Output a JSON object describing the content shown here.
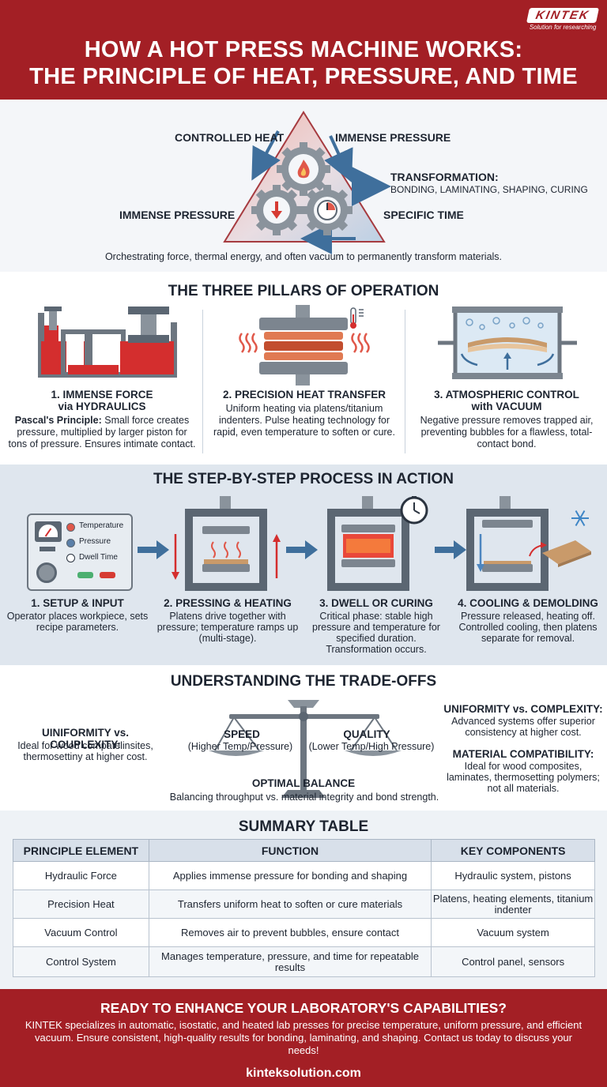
{
  "brand": {
    "logo_text": "KINTEK",
    "tagline": "Solution for researching"
  },
  "title": {
    "line1": "HOW A HOT PRESS MACHINE WORKS:",
    "line2": "THE PRINCIPLE OF HEAT, PRESSURE, AND TIME"
  },
  "principle": {
    "label_heat": "CONTROLLED HEAT",
    "label_pressure_top": "IMMENSE PRESSURE",
    "label_pressure_left": "IMMENSE PRESSURE",
    "label_time": "SPECIFIC TIME",
    "transformation_title": "TRANSFORMATION:",
    "transformation_items": "BONDING, LAMINATING, SHAPING, CURING",
    "caption": "Orchestrating force, thermal energy, and often vacuum to permanently transform materials.",
    "colors": {
      "heat": "#e0584a",
      "cool": "#8fb0d0",
      "gear": "#8a939c",
      "arrow": "#3f6f9c"
    }
  },
  "pillars": {
    "heading": "THE THREE PILLARS OF OPERATION",
    "items": [
      {
        "title_line1": "1. IMMENSE FORCE",
        "title_line2": "via HYDRAULICS",
        "body_bold": "Pascal's Principle:",
        "body": "Small force creates pressure, multiplied by larger piston for tons of pressure. Ensures intimate contact.",
        "icon": "hydraulic-press-icon"
      },
      {
        "title_line1": "2. PRECISION HEAT TRANSFER",
        "body": "Uniform heating via platens/titanium indenters. Pulse heating technology for rapid, even temperature to soften or cure.",
        "icon": "heated-platens-icon"
      },
      {
        "title_line1": "3. ATMOSPHERIC CONTROL",
        "title_line2": "with VACUUM",
        "body": "Negative pressure removes trapped air, preventing bubbles for a flawless, total-contact bond.",
        "icon": "vacuum-chamber-icon"
      }
    ]
  },
  "process": {
    "heading": "THE STEP-BY-STEP PROCESS IN ACTION",
    "panel": {
      "temperature": "Temperature",
      "pressure": "Pressure",
      "dwell_time": "Dwell Time"
    },
    "steps": [
      {
        "title": "1. SETUP & INPUT",
        "body": "Operator places workpiece, sets recipe parameters."
      },
      {
        "title": "2. PRESSING & HEATING",
        "body": "Platens drive together with pressure; temperature ramps up (multi-stage)."
      },
      {
        "title": "3. DWELL OR CURING",
        "body": "Critical phase: stable high pressure and temperature for specified duration. Transformation occurs."
      },
      {
        "title": "4. COOLING & DEMOLDING",
        "body": "Pressure released, heating off. Controlled cooling, then platens separate for removal."
      }
    ]
  },
  "tradeoffs": {
    "heading": "UNDERSTANDING THE TRADE-OFFS",
    "left_title": "UINIFORMITY vs. COUPLEXITY:",
    "left_body": "Ideal for wood compatelinsites, thermosettiny at higher cost.",
    "speed_title": "SPEED",
    "speed_sub": "(Higher Temp/Pressure)",
    "quality_title": "QUALITY",
    "quality_sub": "(Lower Temp/High Pressure)",
    "balance_title": "OPTIMAL BALANCE",
    "balance_body": "Balancing throughput vs. material integrity and bond strength.",
    "right1_title": "UNIFORMITY vs. COMPLEXITY:",
    "right1_body": "Advanced systems offer superior consistency at higher cost.",
    "right2_title": "MATERIAL COMPATIBILITY:",
    "right2_body": "Ideal for wood composites, laminates, thermosetting polymers; not all materials."
  },
  "summary": {
    "heading": "SUMMARY TABLE",
    "columns": [
      "PRINCIPLE ELEMENT",
      "FUNCTION",
      "KEY COMPONENTS"
    ],
    "rows": [
      [
        "Hydraulic Force",
        "Applies immense pressure for bonding and shaping",
        "Hydraulic system, pistons"
      ],
      [
        "Precision Heat",
        "Transfers uniform heat to soften or cure materials",
        "Platens, heating elements, titanium indenter"
      ],
      [
        "Vacuum Control",
        "Removes air to prevent bubbles, ensure contact",
        "Vacuum system"
      ],
      [
        "Control System",
        "Manages temperature, pressure, and time for repeatable results",
        "Control panel, sensors"
      ]
    ]
  },
  "footer": {
    "heading": "READY TO ENHANCE YOUR LABORATORY'S CAPABILITIES?",
    "body": "KINTEK specializes in automatic, isostatic, and heated lab presses for precise temperature, uniform pressure, and efficient vacuum. Ensure consistent, high-quality results for bonding, laminating, and shaping. Contact us today to discuss your needs!",
    "url": "kinteksolution.com"
  }
}
